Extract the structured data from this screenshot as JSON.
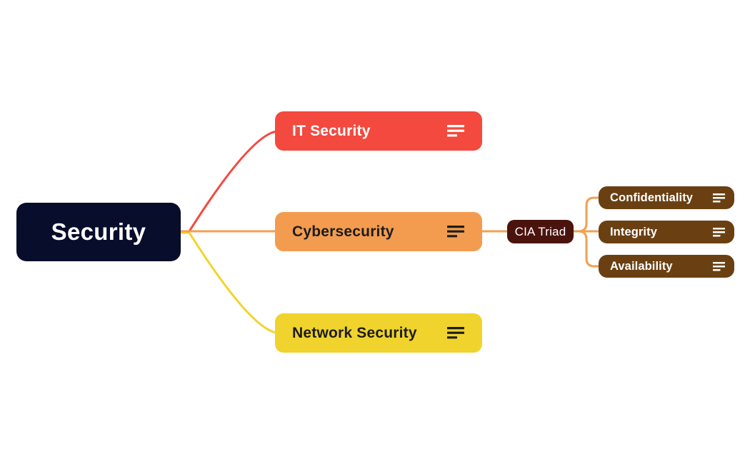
{
  "app": {
    "type": "mind-map-canvas",
    "background": "#ffffff"
  },
  "nodes": {
    "root": {
      "label": "Security",
      "fill": "#070d2b",
      "text_color": "#ffffff"
    },
    "it_security": {
      "label": "IT Security",
      "fill": "#f4493e",
      "text_color": "#ffffff",
      "icon": "align-left-notes-icon"
    },
    "cybersecurity": {
      "label": "Cybersecurity",
      "fill": "#f39c4f",
      "text_color": "#1c1c1c",
      "icon": "align-left-notes-icon"
    },
    "network_security": {
      "label": "Network Security",
      "fill": "#f0d32c",
      "text_color": "#1c1c1c",
      "icon": "align-left-notes-icon"
    },
    "cia_triad": {
      "label": "CIA Triad",
      "fill": "#4a130e",
      "text_color": "#ffffff"
    },
    "confidentiality": {
      "label": "Confidentiality",
      "fill": "#6a4013",
      "text_color": "#ffffff",
      "icon": "align-left-notes-icon"
    },
    "integrity": {
      "label": "Integrity",
      "fill": "#6a4013",
      "text_color": "#ffffff",
      "icon": "align-left-notes-icon"
    },
    "availability": {
      "label": "Availability",
      "fill": "#6a4013",
      "text_color": "#ffffff",
      "icon": "align-left-notes-icon"
    }
  },
  "connectors": {
    "security_to_it": "#f4493e",
    "security_to_cyber": "#f2a053",
    "security_to_network": "#f2d32c",
    "cyber_to_cia": "#f2a053",
    "cia_to_children": "#f2a053"
  }
}
